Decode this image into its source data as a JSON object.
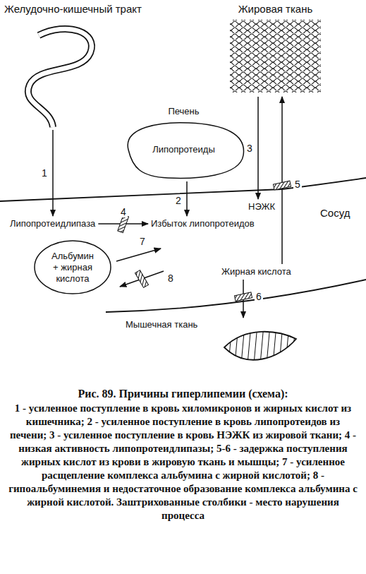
{
  "diagram": {
    "title": "Рис. 89. Причины гиперлипемии (схема):",
    "caption": "1 - усиленное поступление в кровь хиломикронов и жирных кислот из кишечника; 2 - усиленное поступление в кровь липопротеидов из печени; 3 - усиленное поступление в кровь НЭЖК из жировой ткани; 4 - низкая активность липопротеидлипазы; 5-6 - задержка поступления жирных кислот из крови в жировую ткань и мышцы; 7 - усиленное расщепление комплекса альбумина с жирной кислотой; 8 - гипоальбуминемия и недостаточное образование комплекса альбумина с жирной кислотой. Заштрихованные столбики - место нарушения процесса",
    "nodes": [
      {
        "text": [
          "Желудочно-кишечный тракт"
        ]
      },
      {
        "text": [
          "Жировая ткань"
        ]
      },
      {
        "text": [
          "Печень",
          "Липопротеиды"
        ]
      },
      {
        "text": [
          "НЭЖК"
        ]
      },
      {
        "text": [
          "Липопротеидлипаза"
        ]
      },
      {
        "text": [
          "Избыток липопротеидов"
        ]
      },
      {
        "text": [
          "Альбумин + жирная кислота"
        ]
      },
      {
        "text": [
          "Жирная кислота"
        ]
      },
      {
        "text": [
          "Мышечная ткань"
        ]
      }
    ],
    "edges": [
      {
        "from": 0,
        "to": 4,
        "arrow": "to",
        "label": "1"
      },
      {
        "from": 2,
        "to": 5,
        "arrow": "to",
        "label": "2"
      },
      {
        "from": 1,
        "to": 3,
        "arrow": "to",
        "label": "3"
      },
      {
        "from": 4,
        "to": 5,
        "arrow": "to",
        "label": "4"
      },
      {
        "from": 7,
        "to": 1,
        "arrow": "to",
        "label": "5"
      },
      {
        "from": 7,
        "to": 8,
        "arrow": "to",
        "label": "6"
      }
    ],
    "labels": [
      "Сосуд",
      "7",
      "8"
    ]
  }
}
